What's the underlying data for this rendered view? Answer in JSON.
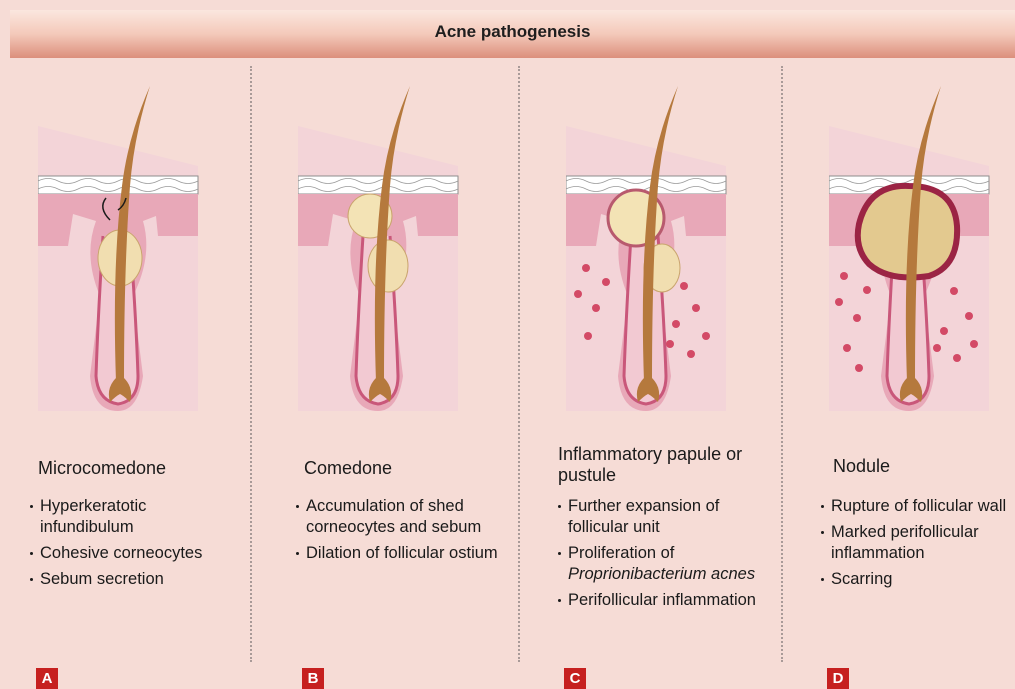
{
  "header": {
    "title": "Acne pathogenesis"
  },
  "colors": {
    "skin": "#f2c7cf",
    "dermis": "#e6a3b3",
    "hair": "#b5793d",
    "sebum": "#f3e3b5",
    "inflammation": "#d34a66",
    "badge": "#c6201f"
  },
  "panels": [
    {
      "title": "Microcomedone",
      "bullets": [
        "Hyperkeratotic infundibulum",
        "Cohesive corneocytes",
        "Sebum secretion"
      ],
      "label": "A"
    },
    {
      "title": "Comedone",
      "bullets": [
        "Accumulation of shed corneocytes and sebum",
        "Dilation of follicular ostium"
      ],
      "label": "B"
    },
    {
      "title": "Inflammatory papule or pustule",
      "bullets": [
        "Further expansion of follicular unit",
        "Proliferation of",
        "Proprionibacterium acnes",
        "Perifollicular inflammation"
      ],
      "label": "C"
    },
    {
      "title": "Nodule",
      "bullets": [
        "Rupture of follicular wall",
        "Marked perifollicular inflammation",
        "Scarring"
      ],
      "label": "D"
    }
  ]
}
